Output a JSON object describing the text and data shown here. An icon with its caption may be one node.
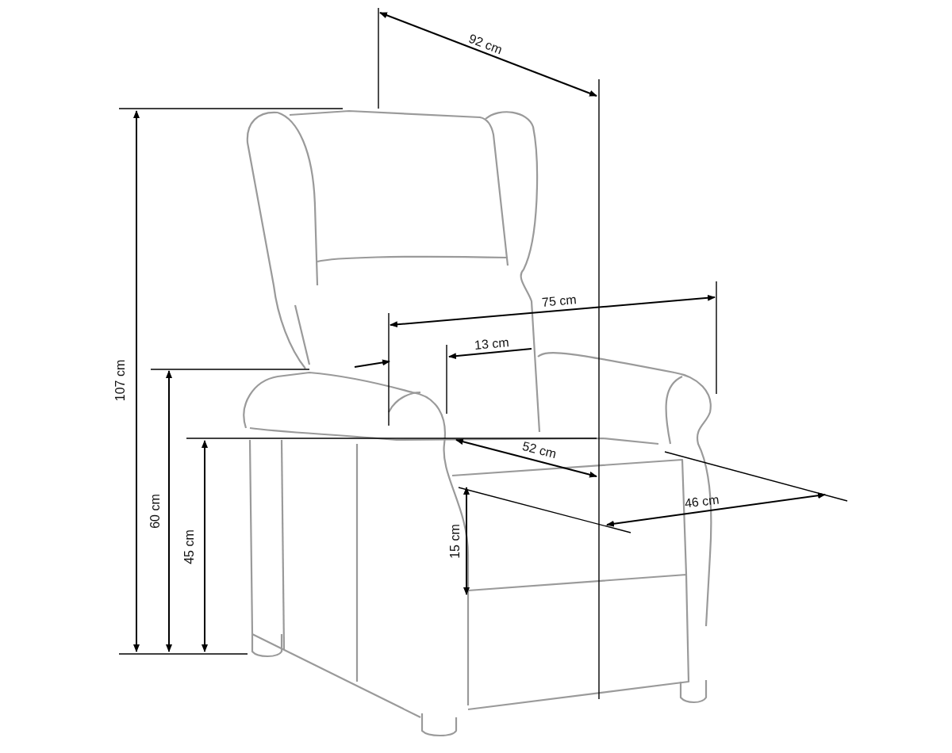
{
  "diagram": {
    "labels": [
      "92 cm",
      "75 cm",
      "13 cm",
      "107 cm",
      "52 cm",
      "46 cm",
      "60 cm",
      "15 cm",
      "45 cm"
    ]
  }
}
